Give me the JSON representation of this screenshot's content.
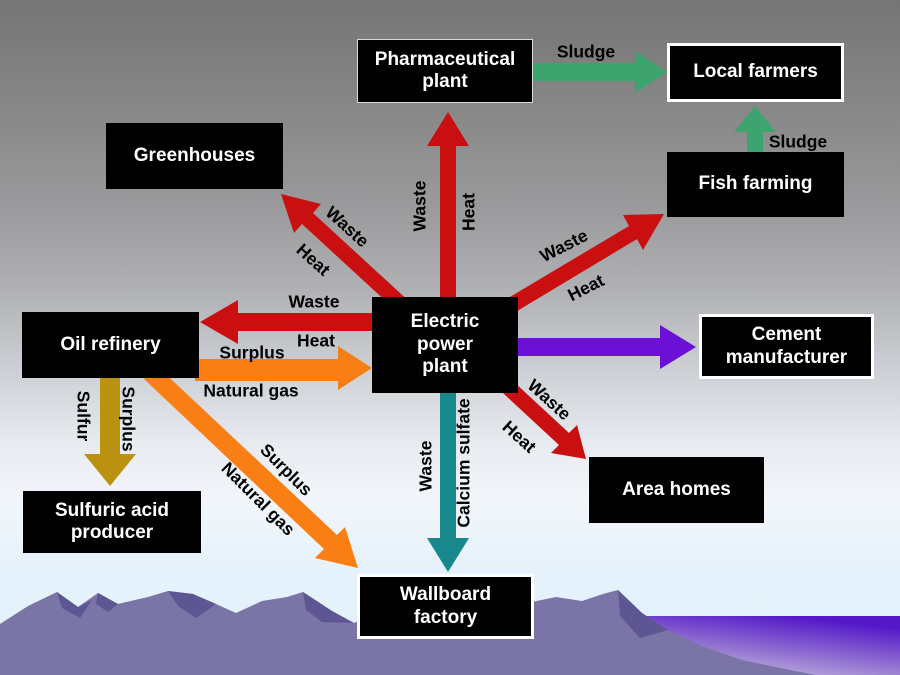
{
  "slide": {
    "type": "industrial-symbiosis-diagram"
  },
  "nodes": [
    {
      "id": "pharmaceutical-plant",
      "label": "Pharmaceutical\nplant"
    },
    {
      "id": "local-farmers",
      "label": "Local farmers"
    },
    {
      "id": "fish-farming",
      "label": "Fish farming"
    },
    {
      "id": "greenhouses",
      "label": "Greenhouses"
    },
    {
      "id": "electric-power-plant",
      "label": "Electric\npower\nplant"
    },
    {
      "id": "oil-refinery",
      "label": "Oil refinery"
    },
    {
      "id": "sulfuric-acid-producer",
      "label": "Sulfuric acid\nproducer"
    },
    {
      "id": "cement-manufacturer",
      "label": "Cement\nmanufacturer"
    },
    {
      "id": "area-homes",
      "label": "Area homes"
    },
    {
      "id": "wallboard-factory",
      "label": "Wallboard\nfactory"
    }
  ],
  "flows": [
    {
      "text": "Sludge",
      "from": "pharmaceutical-plant",
      "to": "local-farmers"
    },
    {
      "text": "Sludge",
      "from": "fish-farming",
      "to": "local-farmers"
    },
    {
      "text": "Waste",
      "from": "electric-power-plant",
      "to": "greenhouses"
    },
    {
      "text": "Heat",
      "from": "electric-power-plant",
      "to": "greenhouses"
    },
    {
      "text": "Waste",
      "from": "electric-power-plant",
      "to": "pharmaceutical-plant"
    },
    {
      "text": "Heat",
      "from": "electric-power-plant",
      "to": "pharmaceutical-plant"
    },
    {
      "text": "Waste",
      "from": "electric-power-plant",
      "to": "fish-farming"
    },
    {
      "text": "Heat",
      "from": "electric-power-plant",
      "to": "fish-farming"
    },
    {
      "text": "Waste",
      "from": "electric-power-plant",
      "to": "oil-refinery"
    },
    {
      "text": "Heat",
      "from": "electric-power-plant",
      "to": "oil-refinery"
    },
    {
      "text": "Surplus",
      "from": "oil-refinery",
      "to": "electric-power-plant"
    },
    {
      "text": "Natural gas",
      "from": "oil-refinery",
      "to": "electric-power-plant"
    },
    {
      "text": "Waste",
      "from": "electric-power-plant",
      "to": "area-homes"
    },
    {
      "text": "Heat",
      "from": "electric-power-plant",
      "to": "area-homes"
    },
    {
      "text": "Waste",
      "from": "electric-power-plant",
      "to": "wallboard-factory"
    },
    {
      "text": "Calcium sulfate",
      "from": "electric-power-plant",
      "to": "wallboard-factory"
    },
    {
      "text": "Surplus",
      "from": "oil-refinery",
      "to": "wallboard-factory"
    },
    {
      "text": "Natural gas",
      "from": "oil-refinery",
      "to": "wallboard-factory"
    },
    {
      "text": "Sulfur",
      "from": "oil-refinery",
      "to": "sulfuric-acid-producer"
    },
    {
      "text": "Surplus",
      "from": "oil-refinery",
      "to": "sulfuric-acid-producer"
    }
  ],
  "colors": {
    "waste_heat": "#c90f10",
    "sludge": "#3ea46f",
    "natural_gas": "#f97e14",
    "sulfur": "#bb9210",
    "calcium_sulfate": "#17898c",
    "cement_flow": "#6b10d6",
    "node_bg": "#000000",
    "node_text": "#ffffff"
  }
}
